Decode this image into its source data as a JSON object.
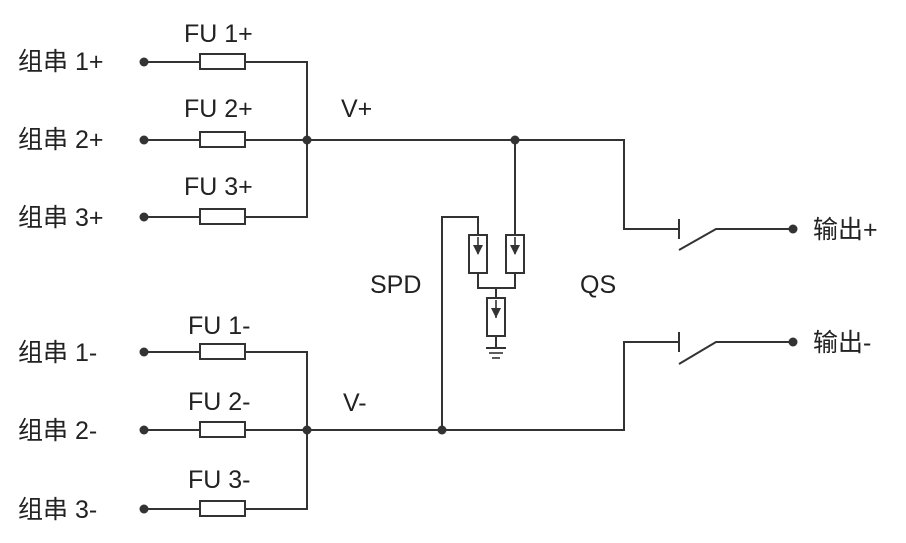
{
  "inputs_positive": [
    {
      "label": "组串 1+",
      "fuse": "FU 1+"
    },
    {
      "label": "组串 2+",
      "fuse": "FU 2+"
    },
    {
      "label": "组串 3+",
      "fuse": "FU 3+"
    }
  ],
  "inputs_negative": [
    {
      "label": "组串 1-",
      "fuse": "FU 1-"
    },
    {
      "label": "组串 2-",
      "fuse": "FU 2-"
    },
    {
      "label": "组串 3-",
      "fuse": "FU 3-"
    }
  ],
  "bus": {
    "positive": "V+",
    "negative": "V-"
  },
  "components": {
    "spd": "SPD",
    "qs": "QS"
  },
  "outputs": {
    "positive": "输出+",
    "negative": "输出-"
  },
  "colors": {
    "line": "#333333",
    "text": "#222222"
  }
}
